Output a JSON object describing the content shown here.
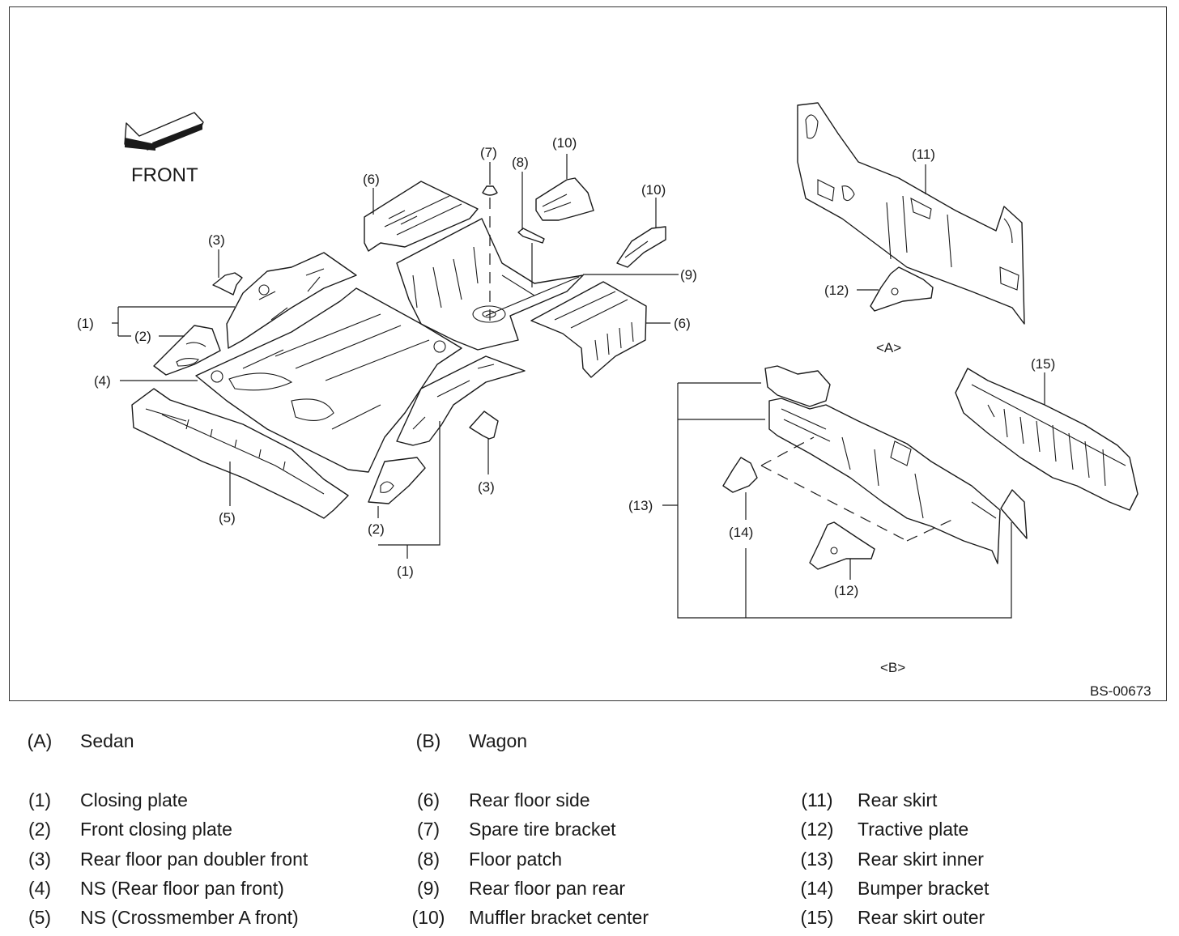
{
  "diagram": {
    "code": "BS-00673",
    "front_label": "FRONT",
    "views": {
      "sedan_tag": "<A>",
      "wagon_tag": "<B>"
    },
    "callouts": {
      "c1": "(1)",
      "c2": "(2)",
      "c3": "(3)",
      "c4": "(4)",
      "c5": "(5)",
      "c6": "(6)",
      "c7": "(7)",
      "c8": "(8)",
      "c9": "(9)",
      "c10": "(10)",
      "c11": "(11)",
      "c12": "(12)",
      "c13": "(13)",
      "c14": "(14)",
      "c15": "(15)"
    }
  },
  "legend": {
    "variants": [
      {
        "key": "(A)",
        "label": "Sedan"
      },
      {
        "key": "(B)",
        "label": "Wagon"
      }
    ],
    "parts": [
      {
        "key": "(1)",
        "label": "Closing plate"
      },
      {
        "key": "(2)",
        "label": "Front closing plate"
      },
      {
        "key": "(3)",
        "label": "Rear floor pan doubler front"
      },
      {
        "key": "(4)",
        "label": "NS (Rear floor pan front)"
      },
      {
        "key": "(5)",
        "label": "NS (Crossmember A front)"
      },
      {
        "key": "(6)",
        "label": "Rear floor side"
      },
      {
        "key": "(7)",
        "label": "Spare tire bracket"
      },
      {
        "key": "(8)",
        "label": "Floor patch"
      },
      {
        "key": "(9)",
        "label": "Rear floor pan rear"
      },
      {
        "key": "(10)",
        "label": "Muffler bracket center"
      },
      {
        "key": "(11)",
        "label": "Rear skirt"
      },
      {
        "key": "(12)",
        "label": "Tractive plate"
      },
      {
        "key": "(13)",
        "label": "Rear skirt inner"
      },
      {
        "key": "(14)",
        "label": "Bumper bracket"
      },
      {
        "key": "(15)",
        "label": "Rear skirt outer"
      }
    ]
  }
}
